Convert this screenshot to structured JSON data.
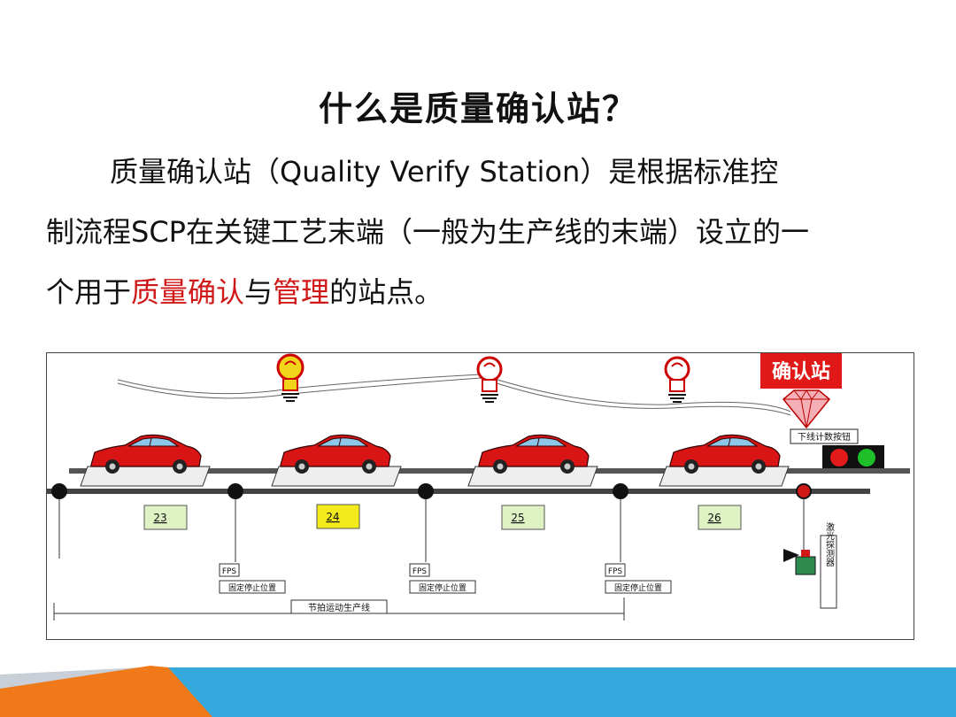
{
  "slide": {
    "title": "什么是质量确认站？",
    "line1": "质量确认站（Quality Verify Station）是根据标准控",
    "line2": "制流程SCP在关键工艺末端（一般为生产线的末端）设立的一",
    "line3_pre": "个用于",
    "line3_red1": "质量确认",
    "line3_mid": "与",
    "line3_red2": "管理",
    "line3_post": "的站点。"
  },
  "diagram": {
    "station_label": "确认站",
    "counter_button_label": "下线计数按钮",
    "stations": [
      "23",
      "24",
      "25",
      "26"
    ],
    "active_station": "24",
    "fps_label": "FPS",
    "stop_label": "固定停止位置",
    "line_label": "节拍运动生产线",
    "sensor_label": "激光探测器",
    "colors": {
      "car": "#d81414",
      "active_station": "#f2ea1a",
      "station": "#dff2c4",
      "lamp_on": "#f2d41a",
      "lamp_off": "#cc1a1a",
      "signal_red": "#e31a1a",
      "signal_green": "#1fbf2a"
    }
  }
}
